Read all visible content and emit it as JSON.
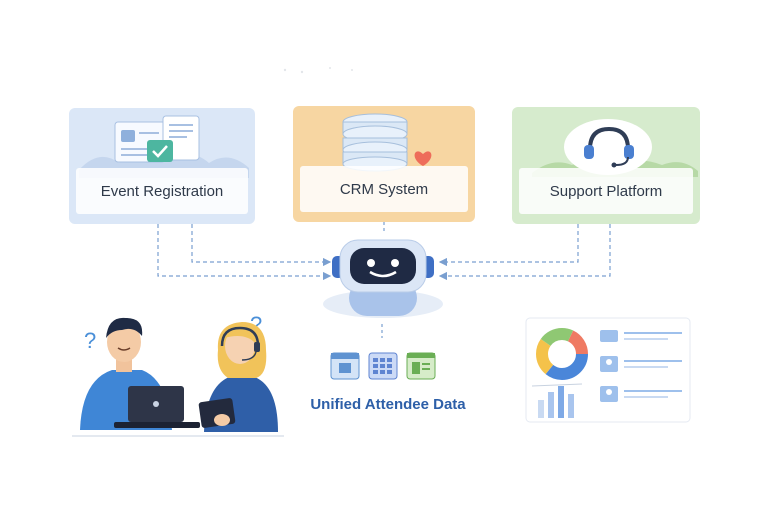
{
  "sources": [
    {
      "label": "Event Registration",
      "icon": "documents-check-icon",
      "color": "#dbe7f7"
    },
    {
      "label": "CRM System",
      "icon": "database-heart-icon",
      "color": "#f7d6a2"
    },
    {
      "label": "Support Platform",
      "icon": "headset-icon",
      "color": "#d6ebcd"
    }
  ],
  "hub": {
    "icon": "robot-icon"
  },
  "unified": {
    "label": "Unified Attendee Data",
    "icons": [
      "calendar-icon",
      "grid-table-icon",
      "list-card-icon"
    ]
  },
  "people": {
    "left": "confused-man-laptop",
    "right": "confused-woman-headset-tablet",
    "marks": [
      "?",
      "?"
    ]
  },
  "dashboard": {
    "icon": "dashboard-report-icon"
  },
  "colors": {
    "accent": "#2d5fa8",
    "connector": "#7a9fd0"
  }
}
